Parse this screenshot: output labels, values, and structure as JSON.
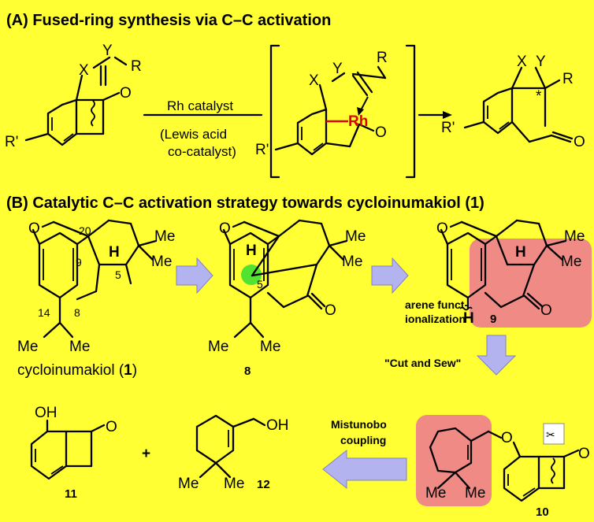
{
  "section_a": {
    "title": "(A) Fused-ring synthesis via C–C activation",
    "arrow_condition_1": "Rh catalyst",
    "arrow_condition_2": "(Lewis acid",
    "arrow_condition_3": "co-catalyst)",
    "atoms": {
      "x": "X",
      "y": "Y",
      "r": "R",
      "rprime": "R'",
      "o": "O",
      "rh": "Rh",
      "star": "*"
    }
  },
  "section_b": {
    "title": "(B) Catalytic C–C activation strategy towards cycloinumakiol (1)",
    "cmpd1_name_prefix": "cycloinumakiol (",
    "cmpd1_name_num": "1",
    "cmpd1_name_suffix": ")",
    "cmpd8": "8",
    "cmpd9": "9",
    "cmpd10": "10",
    "cmpd11": "11",
    "cmpd12": "12",
    "atom_labels": {
      "c20": "20",
      "c9": "9",
      "c5": "5",
      "c14": "14",
      "c8": "8",
      "me": "Me",
      "h": "H",
      "o": "O",
      "oh": "OH",
      "plus": "+"
    },
    "arene_note_1": "arene funct-",
    "arene_note_2": "ionalization",
    "cut_and_sew": "\"Cut and Sew\"",
    "mitsunobo_1": "Mistunobo",
    "mitsunobo_2": "coupling"
  },
  "colors": {
    "background": "#FFFF33",
    "highlight": "#F08A84",
    "arrow_fill": "#B3B3F0",
    "rh_red": "#E00000",
    "green_dot": "#33DD33"
  }
}
